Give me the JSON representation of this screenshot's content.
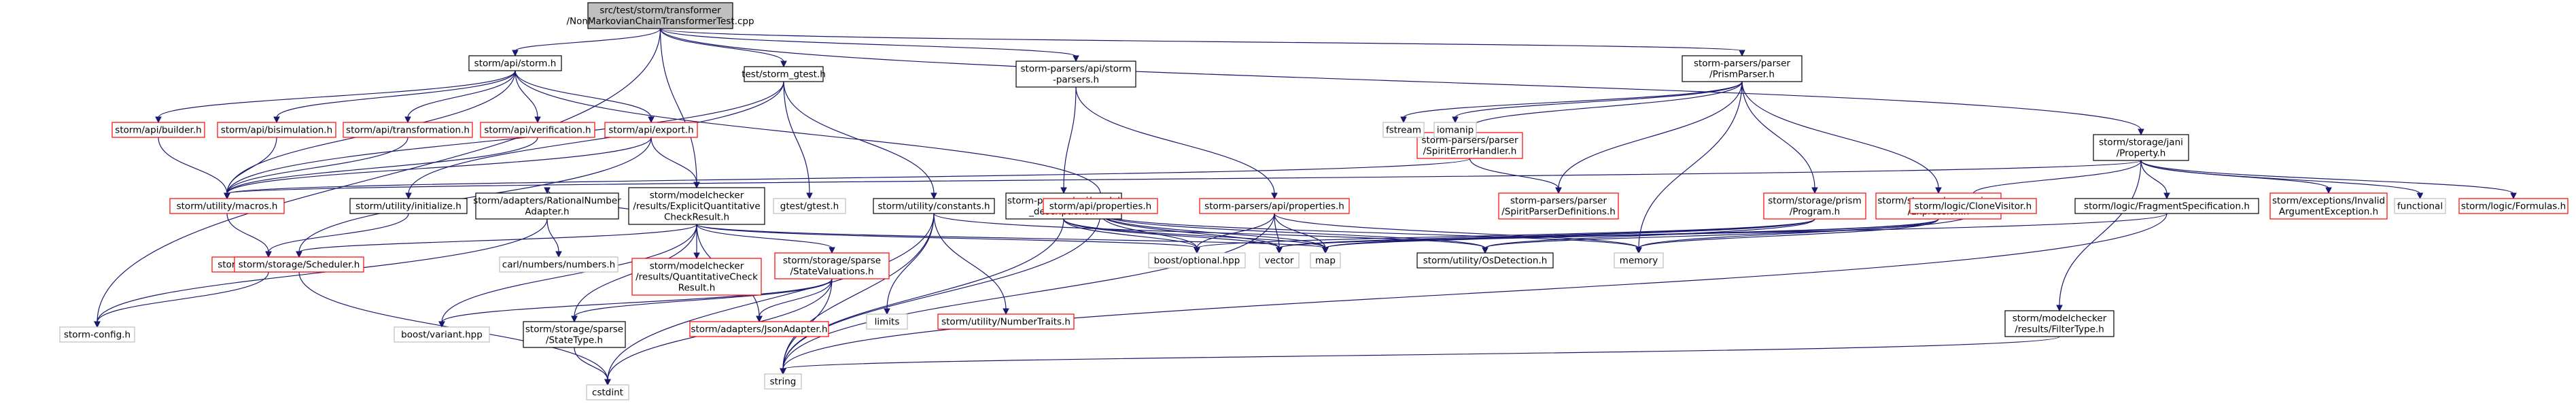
{
  "diagram": {
    "type": "include-dependency-graph",
    "colors": {
      "root_fill": "#bfbfbf",
      "normal_border": "#000000",
      "missing_doc_border": "#ff0000",
      "external_border": "#bfbfbf",
      "edge": "#191970"
    },
    "nodes": [
      {
        "id": "root",
        "lines": [
          "src/test/storm/transformer",
          "/NonMarkovianChainTransformerTest.cpp"
        ],
        "kind": "root"
      },
      {
        "id": "api_storm",
        "lines": [
          "storm/api/storm.h"
        ],
        "kind": "normal"
      },
      {
        "id": "storm_gtest",
        "lines": [
          "test/storm_gtest.h"
        ],
        "kind": "normal"
      },
      {
        "id": "parsers_api_storm",
        "lines": [
          "storm-parsers/api/storm",
          "-parsers.h"
        ],
        "kind": "normal"
      },
      {
        "id": "prism_parser",
        "lines": [
          "storm-parsers/parser",
          "/PrismParser.h"
        ],
        "kind": "normal"
      },
      {
        "id": "jani_property",
        "lines": [
          "storm/storage/jani",
          "/Property.h"
        ],
        "kind": "normal"
      },
      {
        "id": "api_builder",
        "lines": [
          "storm/api/builder.h"
        ],
        "kind": "missing"
      },
      {
        "id": "api_bisim",
        "lines": [
          "storm/api/bisimulation.h"
        ],
        "kind": "missing"
      },
      {
        "id": "api_transform",
        "lines": [
          "storm/api/transformation.h"
        ],
        "kind": "missing"
      },
      {
        "id": "api_verif",
        "lines": [
          "storm/api/verification.h"
        ],
        "kind": "missing"
      },
      {
        "id": "api_export",
        "lines": [
          "storm/api/export.h"
        ],
        "kind": "missing"
      },
      {
        "id": "spirit_err",
        "lines": [
          "storm-parsers/parser",
          "/SpiritErrorHandler.h"
        ],
        "kind": "missing"
      },
      {
        "id": "fstream",
        "lines": [
          "fstream"
        ],
        "kind": "external"
      },
      {
        "id": "iomanip",
        "lines": [
          "iomanip"
        ],
        "kind": "external"
      },
      {
        "id": "macros",
        "lines": [
          "storm/utility/macros.h"
        ],
        "kind": "missing"
      },
      {
        "id": "initialize",
        "lines": [
          "storm/utility/initialize.h"
        ],
        "kind": "normal"
      },
      {
        "id": "rational_adapter",
        "lines": [
          "storm/adapters/RationalNumber",
          "Adapter.h"
        ],
        "kind": "normal"
      },
      {
        "id": "explicit_result",
        "lines": [
          "storm/modelchecker",
          "/results/ExplicitQuantitative",
          "CheckResult.h"
        ],
        "kind": "normal"
      },
      {
        "id": "gtest",
        "lines": [
          "gtest/gtest.h"
        ],
        "kind": "external"
      },
      {
        "id": "constants",
        "lines": [
          "storm/utility/constants.h"
        ],
        "kind": "normal"
      },
      {
        "id": "model_desc",
        "lines": [
          "storm-parsers/api/model",
          "_descriptions.h"
        ],
        "kind": "normal"
      },
      {
        "id": "api_props",
        "lines": [
          "storm/api/properties.h"
        ],
        "kind": "missing"
      },
      {
        "id": "parsers_api_props",
        "lines": [
          "storm-parsers/api/properties.h"
        ],
        "kind": "missing"
      },
      {
        "id": "spirit_defs",
        "lines": [
          "storm-parsers/parser",
          "/SpiritParserDefinitions.h"
        ],
        "kind": "missing"
      },
      {
        "id": "prism_program",
        "lines": [
          "storm/storage/prism",
          "/Program.h"
        ],
        "kind": "missing"
      },
      {
        "id": "expression",
        "lines": [
          "storm/storage/expressions",
          "/Expression.h"
        ],
        "kind": "missing"
      },
      {
        "id": "clone_visitor",
        "lines": [
          "storm/logic/CloneVisitor.h"
        ],
        "kind": "missing"
      },
      {
        "id": "fragment_spec",
        "lines": [
          "storm/logic/FragmentSpecification.h"
        ],
        "kind": "normal"
      },
      {
        "id": "invalid_arg",
        "lines": [
          "storm/exceptions/Invalid",
          "ArgumentException.h"
        ],
        "kind": "missing"
      },
      {
        "id": "functional",
        "lines": [
          "functional"
        ],
        "kind": "external"
      },
      {
        "id": "formulas",
        "lines": [
          "storm/logic/Formulas.h"
        ],
        "kind": "missing"
      },
      {
        "id": "logging",
        "lines": [
          "storm/utility/logging.h"
        ],
        "kind": "missing"
      },
      {
        "id": "scheduler",
        "lines": [
          "storm/storage/Scheduler.h"
        ],
        "kind": "missing"
      },
      {
        "id": "carl_numbers",
        "lines": [
          "carl/numbers/numbers.h"
        ],
        "kind": "external"
      },
      {
        "id": "quant_check",
        "lines": [
          "storm/modelchecker",
          "/results/QuantitativeCheck",
          "Result.h"
        ],
        "kind": "missing"
      },
      {
        "id": "state_valuations",
        "lines": [
          "storm/storage/sparse",
          "/StateValuations.h"
        ],
        "kind": "missing"
      },
      {
        "id": "limits",
        "lines": [
          "limits"
        ],
        "kind": "external"
      },
      {
        "id": "number_traits",
        "lines": [
          "storm/utility/NumberTraits.h"
        ],
        "kind": "missing"
      },
      {
        "id": "boost_optional",
        "lines": [
          "boost/optional.hpp"
        ],
        "kind": "external"
      },
      {
        "id": "vector",
        "lines": [
          "vector"
        ],
        "kind": "external"
      },
      {
        "id": "map",
        "lines": [
          "map"
        ],
        "kind": "external"
      },
      {
        "id": "os_detection",
        "lines": [
          "storm/utility/OsDetection.h"
        ],
        "kind": "normal"
      },
      {
        "id": "memory",
        "lines": [
          "memory"
        ],
        "kind": "external"
      },
      {
        "id": "filter_type",
        "lines": [
          "storm/modelchecker",
          "/results/FilterType.h"
        ],
        "kind": "normal"
      },
      {
        "id": "storm_config",
        "lines": [
          "storm-config.h"
        ],
        "kind": "external"
      },
      {
        "id": "boost_variant",
        "lines": [
          "boost/variant.hpp"
        ],
        "kind": "external"
      },
      {
        "id": "state_type",
        "lines": [
          "storm/storage/sparse",
          "/StateType.h"
        ],
        "kind": "normal"
      },
      {
        "id": "json_adapter",
        "lines": [
          "storm/adapters/JsonAdapter.h"
        ],
        "kind": "missing"
      },
      {
        "id": "string",
        "lines": [
          "string"
        ],
        "kind": "external"
      },
      {
        "id": "cstdint",
        "lines": [
          "cstdint"
        ],
        "kind": "external"
      }
    ],
    "edges": [
      [
        "root",
        "api_storm"
      ],
      [
        "root",
        "storm_gtest"
      ],
      [
        "root",
        "parsers_api_storm"
      ],
      [
        "root",
        "prism_parser"
      ],
      [
        "root",
        "jani_property"
      ],
      [
        "root",
        "explicit_result"
      ],
      [
        "root",
        "storm_config"
      ],
      [
        "api_storm",
        "api_builder"
      ],
      [
        "api_storm",
        "api_bisim"
      ],
      [
        "api_storm",
        "api_transform"
      ],
      [
        "api_storm",
        "api_verif"
      ],
      [
        "api_storm",
        "api_export"
      ],
      [
        "api_storm",
        "macros"
      ],
      [
        "api_storm",
        "api_props"
      ],
      [
        "api_builder",
        "macros"
      ],
      [
        "api_bisim",
        "macros"
      ],
      [
        "api_transform",
        "macros"
      ],
      [
        "api_verif",
        "macros"
      ],
      [
        "api_export",
        "macros"
      ],
      [
        "api_export",
        "explicit_result"
      ],
      [
        "api_export",
        "scheduler"
      ],
      [
        "storm_gtest",
        "gtest"
      ],
      [
        "storm_gtest",
        "constants"
      ],
      [
        "storm_gtest",
        "initialize"
      ],
      [
        "storm_gtest",
        "macros"
      ],
      [
        "parsers_api_storm",
        "model_desc"
      ],
      [
        "parsers_api_storm",
        "parsers_api_props"
      ],
      [
        "prism_parser",
        "spirit_err"
      ],
      [
        "prism_parser",
        "fstream"
      ],
      [
        "prism_parser",
        "iomanip"
      ],
      [
        "prism_parser",
        "spirit_defs"
      ],
      [
        "prism_parser",
        "prism_program"
      ],
      [
        "prism_parser",
        "expression"
      ],
      [
        "prism_parser",
        "memory"
      ],
      [
        "spirit_err",
        "spirit_defs"
      ],
      [
        "spirit_err",
        "macros"
      ],
      [
        "jani_property",
        "clone_visitor"
      ],
      [
        "jani_property",
        "fragment_spec"
      ],
      [
        "jani_property",
        "invalid_arg"
      ],
      [
        "jani_property",
        "functional"
      ],
      [
        "jani_property",
        "formulas"
      ],
      [
        "jani_property",
        "filter_type"
      ],
      [
        "jani_property",
        "macros"
      ],
      [
        "macros",
        "logging"
      ],
      [
        "logging",
        "storm_config"
      ],
      [
        "initialize",
        "logging"
      ],
      [
        "rational_adapter",
        "carl_numbers"
      ],
      [
        "rational_adapter",
        "storm_config"
      ],
      [
        "explicit_result",
        "rational_adapter"
      ],
      [
        "explicit_result",
        "quant_check"
      ],
      [
        "explicit_result",
        "state_valuations"
      ],
      [
        "explicit_result",
        "scheduler"
      ],
      [
        "explicit_result",
        "boost_variant"
      ],
      [
        "explicit_result",
        "state_type"
      ],
      [
        "explicit_result",
        "json_adapter"
      ],
      [
        "explicit_result",
        "boost_optional"
      ],
      [
        "explicit_result",
        "map"
      ],
      [
        "constants",
        "limits"
      ],
      [
        "constants",
        "number_traits"
      ],
      [
        "constants",
        "string"
      ],
      [
        "constants",
        "cstdint"
      ],
      [
        "constants",
        "os_detection"
      ],
      [
        "model_desc",
        "boost_optional"
      ],
      [
        "model_desc",
        "map"
      ],
      [
        "model_desc",
        "string"
      ],
      [
        "model_desc",
        "vector"
      ],
      [
        "api_props",
        "boost_optional"
      ],
      [
        "api_props",
        "vector"
      ],
      [
        "api_props",
        "map"
      ],
      [
        "api_props",
        "memory"
      ],
      [
        "api_props",
        "os_detection"
      ],
      [
        "api_props",
        "string"
      ],
      [
        "parsers_api_props",
        "boost_optional"
      ],
      [
        "parsers_api_props",
        "vector"
      ],
      [
        "parsers_api_props",
        "map"
      ],
      [
        "parsers_api_props",
        "memory"
      ],
      [
        "parsers_api_props",
        "string"
      ],
      [
        "prism_program",
        "boost_optional"
      ],
      [
        "prism_program",
        "vector"
      ],
      [
        "prism_program",
        "map"
      ],
      [
        "prism_program",
        "os_detection"
      ],
      [
        "expression",
        "memory"
      ],
      [
        "expression",
        "map"
      ],
      [
        "expression",
        "os_detection"
      ],
      [
        "expression",
        "vector"
      ],
      [
        "clone_visitor",
        "memory"
      ],
      [
        "fragment_spec",
        "map"
      ],
      [
        "fragment_spec",
        "string"
      ],
      [
        "filter_type",
        "string"
      ],
      [
        "scheduler",
        "cstdint"
      ],
      [
        "state_valuations",
        "boost_variant"
      ],
      [
        "state_valuations",
        "state_type"
      ],
      [
        "state_valuations",
        "json_adapter"
      ],
      [
        "state_valuations",
        "string"
      ],
      [
        "state_valuations",
        "cstdint"
      ],
      [
        "state_type",
        "cstdint"
      ]
    ]
  }
}
